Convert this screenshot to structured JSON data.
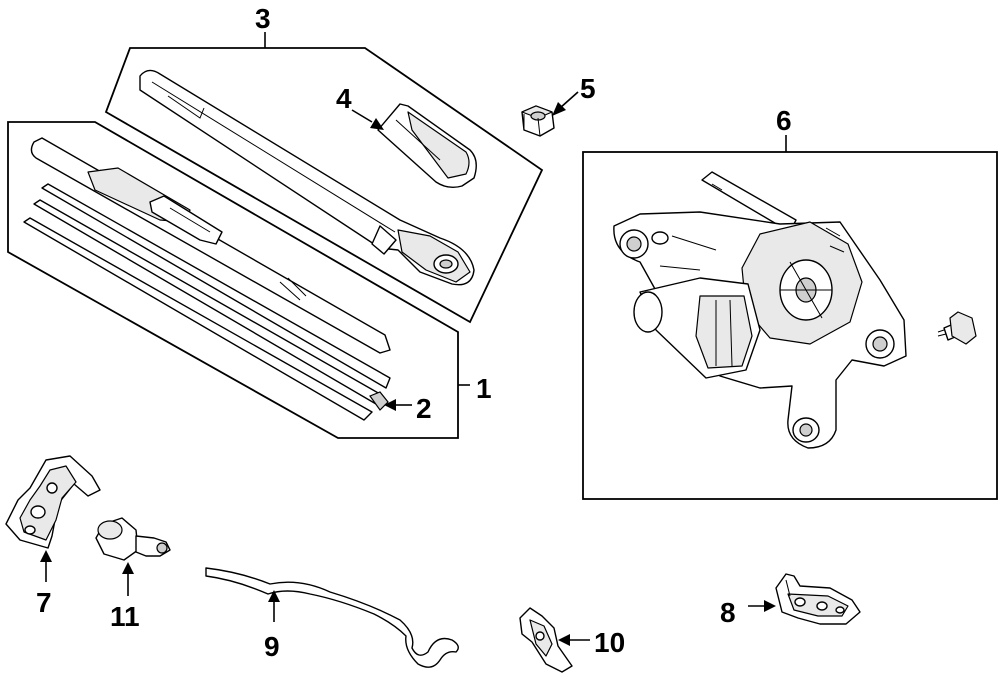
{
  "callouts": {
    "c1": "1",
    "c2": "2",
    "c3": "3",
    "c4": "4",
    "c5": "5",
    "c6": "6",
    "c7": "7",
    "c8": "8",
    "c9": "9",
    "c10": "10",
    "c11": "11"
  },
  "colors": {
    "line": "#000000",
    "background": "#ffffff",
    "fill_light": "#e9e9e9",
    "fill_dark": "#cfcfcf"
  }
}
